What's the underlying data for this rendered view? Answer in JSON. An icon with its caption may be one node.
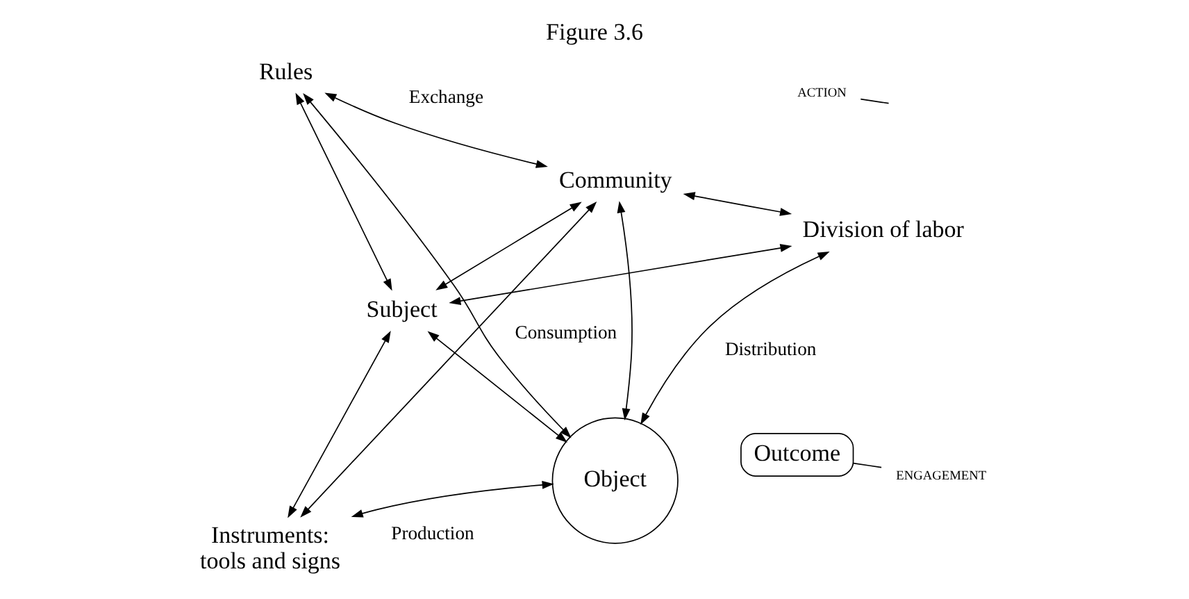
{
  "diagram": {
    "title": "Figure 3.6",
    "nodes": [
      {
        "text": [
          "Instruments:",
          "tools and signs"
        ]
      },
      {
        "text": [
          "Subject"
        ]
      },
      {
        "text": [
          "Object"
        ]
      },
      {
        "text": [
          "Outcome"
        ]
      },
      {
        "text": [
          "Rules"
        ]
      },
      {
        "text": [
          "Community"
        ]
      },
      {
        "text": [
          "Division of labor"
        ]
      },
      {
        "text": [
          "ACTION"
        ]
      },
      {
        "text": [
          "ENGAGEMENT"
        ]
      }
    ],
    "edges": [
      {
        "from": 0,
        "to": 1,
        "arrow": "both"
      },
      {
        "from": 0,
        "to": 5,
        "arrow": "both"
      },
      {
        "from": 0,
        "to": 2,
        "arrow": "both"
      },
      {
        "from": 1,
        "to": 2,
        "arrow": "both"
      },
      {
        "from": 1,
        "to": 4,
        "arrow": "both"
      },
      {
        "from": 1,
        "to": 5,
        "arrow": "both"
      },
      {
        "from": 1,
        "to": 6,
        "arrow": "both"
      },
      {
        "from": 4,
        "to": 2,
        "arrow": "both"
      },
      {
        "from": 5,
        "to": 2,
        "arrow": "both"
      },
      {
        "from": 2,
        "to": 6,
        "arrow": "both"
      },
      {
        "from": 4,
        "to": 5,
        "arrow": "both"
      },
      {
        "from": 5,
        "to": 6,
        "arrow": "both"
      },
      {
        "from": 7,
        "to": null,
        "arrow": "none"
      },
      {
        "from": 8,
        "to": 3,
        "arrow": "none"
      }
    ],
    "labels": [
      "Production",
      "Consumption",
      "Exchange",
      "Distribution"
    ]
  }
}
